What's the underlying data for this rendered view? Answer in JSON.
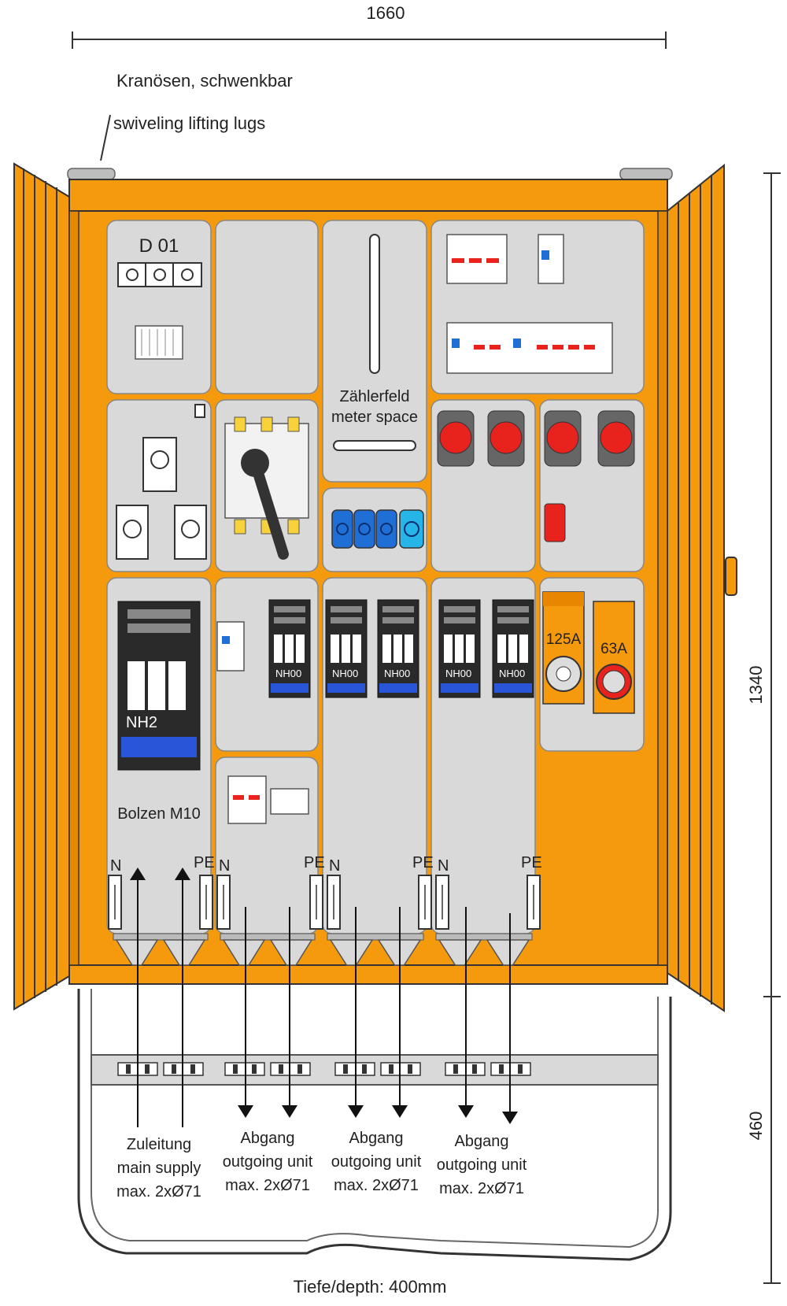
{
  "dimensions": {
    "width": "1660",
    "height": "1340",
    "base_height": "460",
    "depth": "Tiefe/depth: 400mm"
  },
  "lifting_lugs": {
    "label_de": "Kranösen, schwenkbar",
    "label_en": "swiveling lifting lugs"
  },
  "panels": {
    "fuse_d01": "D 01",
    "meter_space_de": "Zählerfeld",
    "meter_space_en": "meter space",
    "main_fuse": "NH2",
    "bolt": "Bolzen M10",
    "nh_fuse": "NH00",
    "cee_large": "125A",
    "cee_medium": "63A",
    "neutral": "N",
    "earth": "PE"
  },
  "entries": [
    {
      "de": "Zuleitung",
      "en": "main supply",
      "size": "max. 2xØ71"
    },
    {
      "de": "Abgang",
      "en": "outgoing unit",
      "size": "max. 2xØ71"
    },
    {
      "de": "Abgang",
      "en": "outgoing unit",
      "size": "max. 2xØ71"
    },
    {
      "de": "Abgang",
      "en": "outgoing unit",
      "size": "max. 2xØ71"
    }
  ],
  "colors": {
    "cabinet": "#F59A0C",
    "cabinet_dark": "#B8700A",
    "panel": "#D9D9D9",
    "socket_red": "#E8231E",
    "socket_blue": "#1F6FD6",
    "fuse_blue": "#2955D8"
  }
}
